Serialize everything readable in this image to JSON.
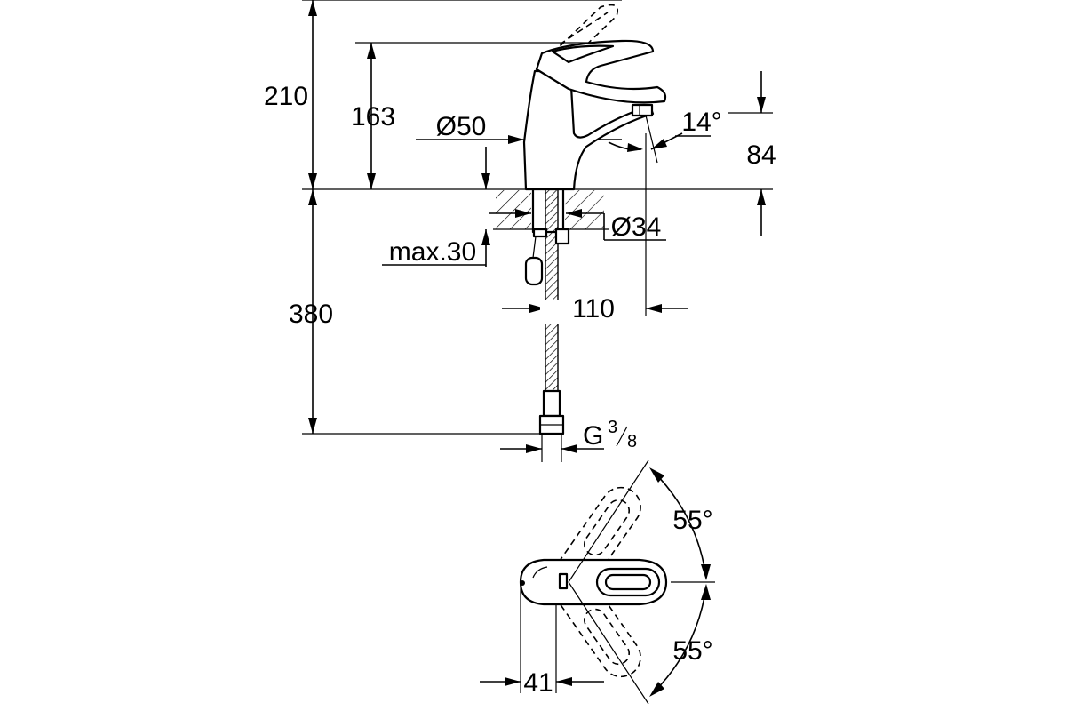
{
  "dimensions": {
    "height_total": "210",
    "height_spout": "163",
    "body_diameter": "Ø50",
    "lever_angle": "14°",
    "spout_height": "84",
    "shank_diameter": "Ø34",
    "max_thickness": "max.30",
    "hose_length": "380",
    "spout_reach": "110",
    "connection_letter": "G",
    "connection_num": "3",
    "connection_den": "8",
    "swing_upper": "55°",
    "swing_lower": "55°",
    "base_offset": "41"
  }
}
